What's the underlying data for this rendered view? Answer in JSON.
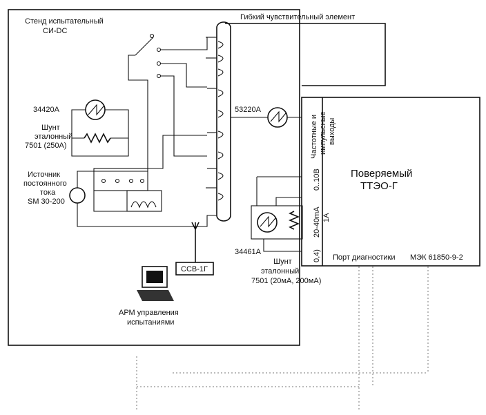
{
  "labels": {
    "stand": [
      "Стенд испытательный",
      "СИ-DC"
    ],
    "flex_element": "Гибкий чувствительный элемент",
    "meter_34420a": "34420A",
    "shunt_top": [
      "Шунт",
      "эталонный",
      "7501 (250А)"
    ],
    "dc_source": [
      "Источник",
      "постоянного",
      "тока",
      "SM 30-200"
    ],
    "meter_53220a": "53220A",
    "freq_outputs": [
      "Частотные и",
      "импульсные",
      "выходы"
    ],
    "range_010v": "0..10В",
    "range_420ma": [
      "20-40mA",
      "1А"
    ],
    "range_04": "0,4)",
    "dut": [
      "Поверяемый",
      "ТТЭО-Г"
    ],
    "diag_port": "Порт диагностики",
    "iec": "МЭК 61850-9-2",
    "meter_34461a": "34461A",
    "shunt_bottom": [
      "Шунт",
      "эталонный",
      "7501 (20мА, 200мА)"
    ],
    "ccb": "ССВ-1Г",
    "arm": [
      "АРМ управления",
      "испытаниями"
    ]
  }
}
